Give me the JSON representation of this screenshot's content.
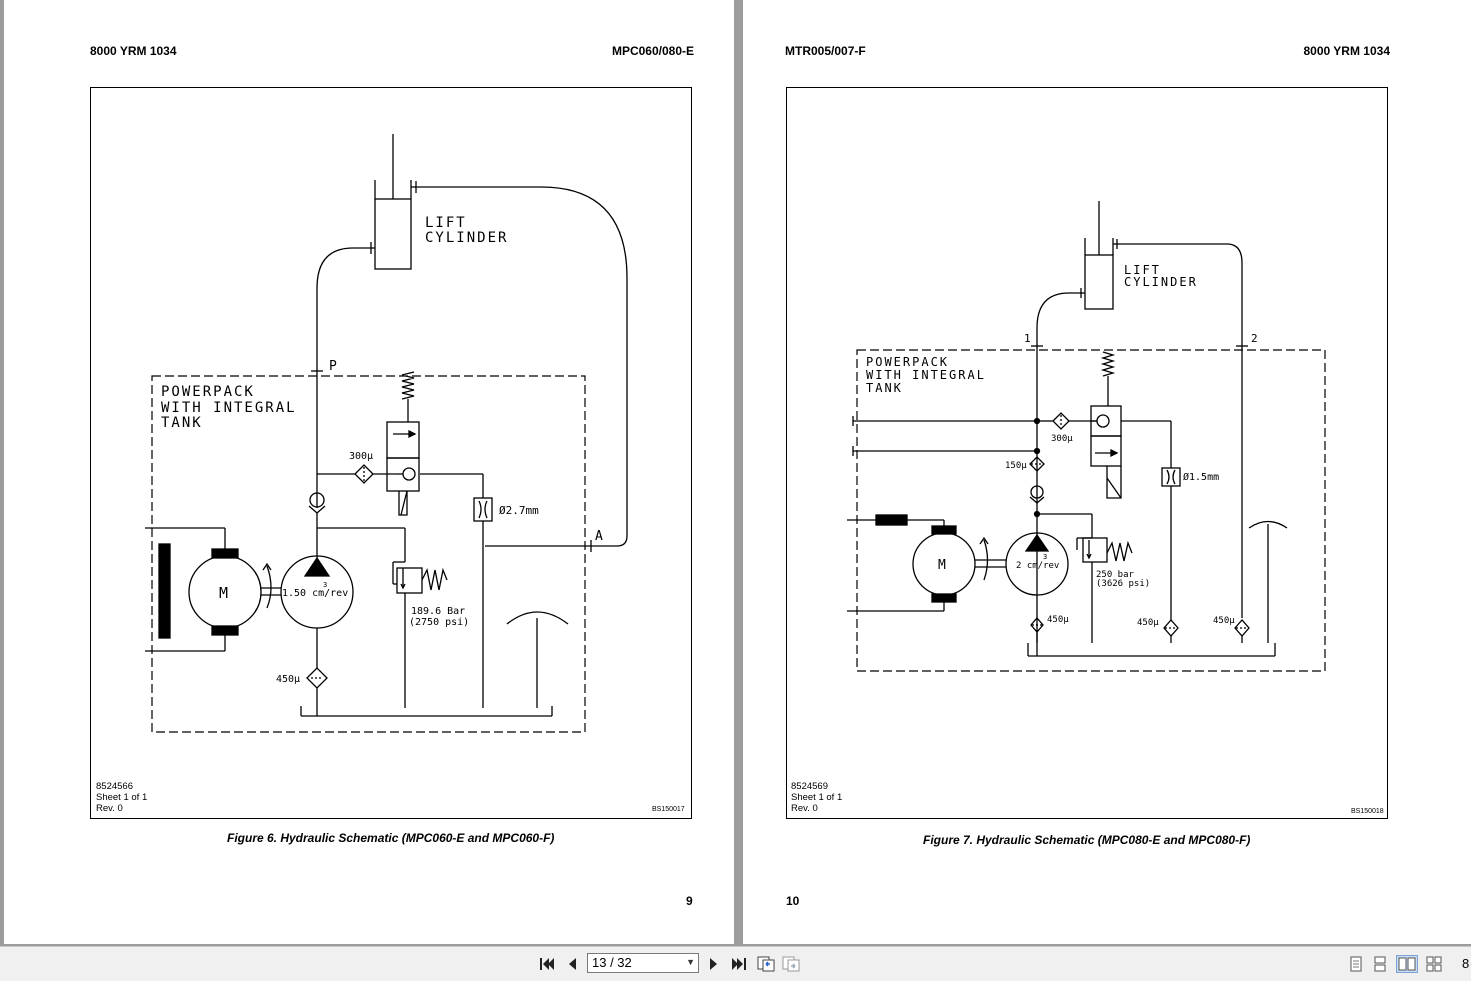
{
  "pages": [
    {
      "header_left": "8000 YRM 1034",
      "header_right": "MPC060/080-E",
      "drawing_number": "8524566",
      "sheet": "Sheet 1 of 1",
      "rev": "Rev. 0",
      "code": "BS150017",
      "caption": "Figure 6.  Hydraulic Schematic (MPC060-E and MPC060-F)",
      "page_number": "9",
      "schematic": {
        "cyl1": "LIFT",
        "cyl2": "CYLINDER",
        "port_p": "P",
        "port_a": "A",
        "pp1": "POWERPACK",
        "pp2": "WITH INTEGRAL",
        "pp3": "TANK",
        "filter_top": "300μ",
        "orifice": "Ø2.7mm",
        "motor": "M",
        "pump_disp": "1.50 cm/rev",
        "pump_exp": "3",
        "relief1": "189.6 Bar",
        "relief2": "(2750 psi)",
        "filter_bottom": "450μ"
      }
    },
    {
      "header_left": "MTR005/007-F",
      "header_right": "8000 YRM 1034",
      "drawing_number": "8524569",
      "sheet": "Sheet 1 of 1",
      "rev": "Rev. 0",
      "code": "BS150018",
      "caption": "Figure 7.  Hydraulic Schematic (MPC080-E and MPC080-F)",
      "page_number": "10",
      "schematic": {
        "cyl1": "LIFT",
        "cyl2": "CYLINDER",
        "port1": "1",
        "port2": "2",
        "pp1": "POWERPACK",
        "pp2": "WITH INTEGRAL",
        "pp3": "TANK",
        "filter_300": "300μ",
        "filter_150": "150μ",
        "orifice": "Ø1.5mm",
        "motor": "M",
        "pump_disp": "2 cm/rev",
        "pump_exp": "3",
        "relief1": "250 bar",
        "relief2": "(3626 psi)",
        "filter_450a": "450μ",
        "filter_450b": "450μ",
        "filter_450c": "450μ"
      }
    }
  ],
  "toolbar": {
    "page_indicator": "13 / 32",
    "zoom": "8"
  }
}
